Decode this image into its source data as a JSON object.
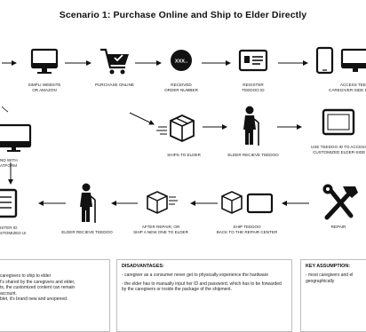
{
  "title": "Scenario 1: Purchase Online and Ship to Elder Directly",
  "steps": {
    "website": "SIMPLI WEBSITE\nOR AMAZON",
    "purchase": "PURCHASE ONLINE",
    "received": "RECEIVED\nORDER NUMBER",
    "register": "REGISTER\nTEEDOO ID",
    "access": "ACCESS TEEDOO\nCAREGIVER-SIDE PLATFORM",
    "ships": "SHIPS TO ELDER",
    "elder_receive_1": "ELDER RECIEVE TEEDOO",
    "use_id": "USE TEEDOO ID TO ACCESS\nCUSTOMIZED ELDER-SIDE",
    "with_platform": "ND WITH\nATFORM",
    "register_id": "ISTER ID\nSTOMIZED UI",
    "elder_receive_2": "ELDER RECIEVE TEEDOO",
    "after_repair": "AFTER REPAIR, OR\nSHIP A NEW ONE TO ELDER",
    "ship_back": "SHIP TEEDOO\nBACK TO THE REPAIR CENTER",
    "repair": "REPAIR"
  },
  "icon_text": {
    "order_badge": "XXX.."
  },
  "panels": {
    "advantages": {
      "lines": [
        "caregivers to ship to elder",
        "t's shared by the caregivers and elder,",
        "ts, the customized content can remain",
        "account.",
        "blet, it's brand new and unopened."
      ]
    },
    "disadvantages": {
      "heading": "DISADVANTAGES:",
      "lines": [
        "- caregiver as a consumer never get to physically experience the hardware",
        "- the elder has to manually input her ID and password, which has to be forwarded by the caregivers or inside the package of the shipment."
      ]
    },
    "assumption": {
      "heading": "KEY ASSUMPTION:",
      "lines": [
        "- most caregivers and el",
        "geographically"
      ]
    }
  },
  "colors": {
    "ink": "#111111",
    "panel_border": "#bdbdbd",
    "background": "#ffffff"
  }
}
